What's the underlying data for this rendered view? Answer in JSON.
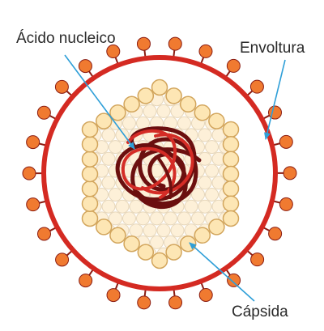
{
  "labels": {
    "nucleic_acid": "Ácido nucleico",
    "envelope": "Envoltura",
    "capsid": "Cápsida"
  },
  "colors": {
    "envelope_ring": "#d42a22",
    "spike_head": "#f07a30",
    "spike_stalk": "#8a1c12",
    "capsomer_fill": "#fde6b4",
    "capsomer_outer_stroke": "#d2a55c",
    "capsomer_inner_fill": "#fdf0d8",
    "capsomer_inner_stroke": "#e6d6ba",
    "nucleic_dark": "#6b0f0f",
    "nucleic_bright": "#d42c26",
    "pointer": "#2f9fd8",
    "text": "#2a2a2a"
  },
  "icons": [
    "virion-envelope",
    "glycoprotein-spike",
    "capsomer",
    "rna-strand"
  ]
}
